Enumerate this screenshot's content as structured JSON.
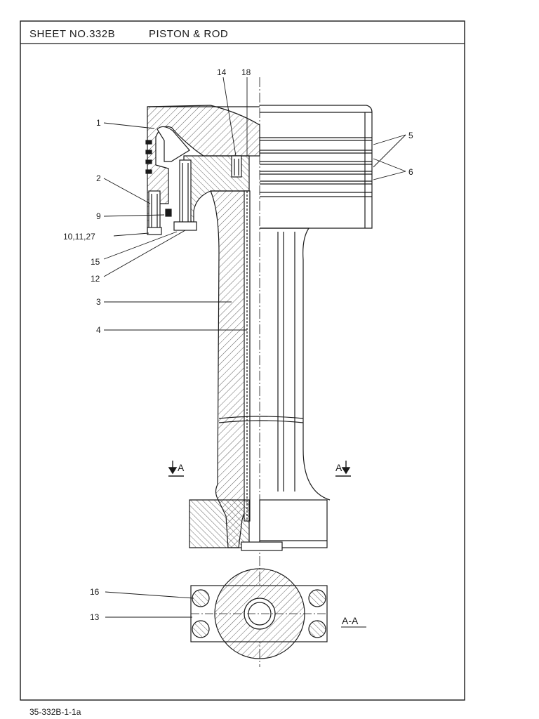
{
  "header": {
    "sheet_no": "SHEET NO.332B",
    "title": "PISTON & ROD"
  },
  "callouts": [
    "1",
    "2",
    "9",
    "10,11,27",
    "15",
    "12",
    "3",
    "4",
    "14",
    "18",
    "5",
    "6",
    "16",
    "13"
  ],
  "section_marks": {
    "left": "A",
    "right": "A",
    "view": "A-A"
  },
  "footer": {
    "doc_code": "35-332B-1-1a"
  },
  "colors": {
    "ink": "#1a1a1a",
    "paper": "#ffffff"
  }
}
